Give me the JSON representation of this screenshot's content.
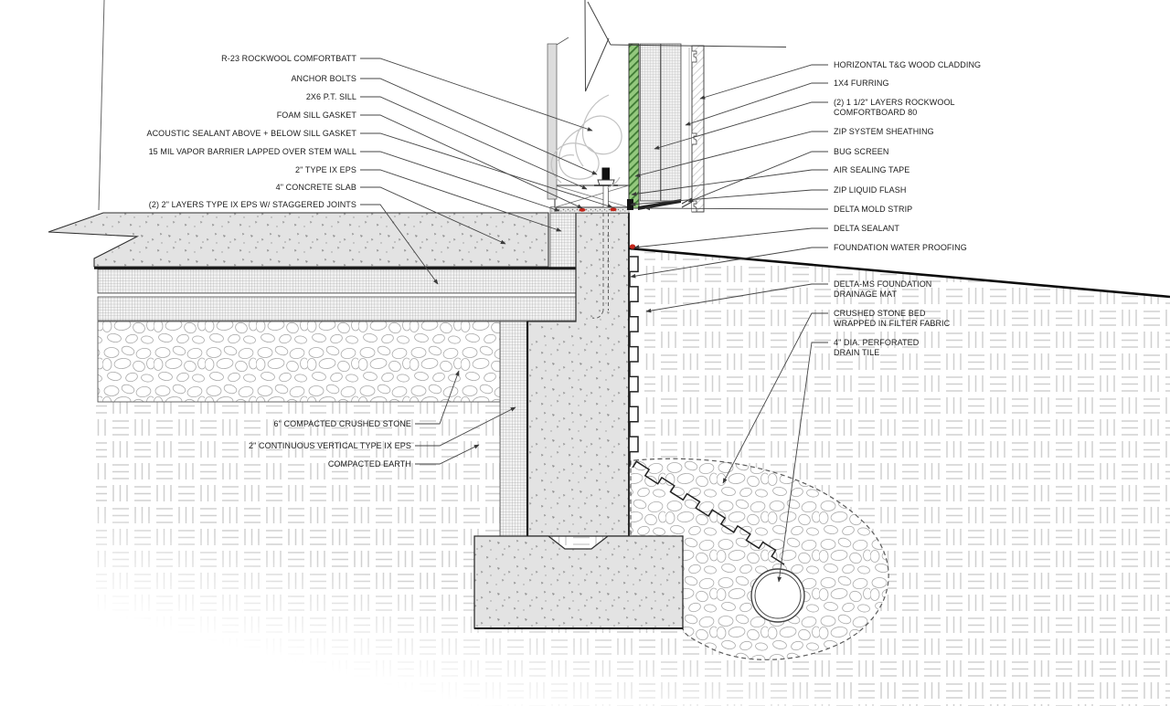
{
  "drawing": {
    "type": "foundation-wall-section-detail",
    "colors": {
      "zip_green": "#94c97e",
      "zip_hatch": "#3e7a34",
      "sealant_red": "#c22418",
      "concrete_gray": "#e3e3e3",
      "line_dark": "#2b2b2b"
    },
    "callouts": {
      "left": [
        "R-23 ROCKWOOL COMFORTBATT",
        "ANCHOR BOLTS",
        "2X6 P.T. SILL",
        "FOAM SILL GASKET",
        "ACOUSTIC SEALANT ABOVE + BELOW SILL GASKET",
        "15 MIL VAPOR BARRIER LAPPED OVER STEM WALL",
        "2\" TYPE IX EPS",
        "4\" CONCRETE SLAB",
        "(2) 2\" LAYERS TYPE IX EPS W/ STAGGERED JOINTS"
      ],
      "lower_left": [
        "6\" COMPACTED CRUSHED STONE",
        "2\" CONTINUOUS VERTICAL TYPE IX EPS",
        "COMPACTED EARTH"
      ],
      "right": [
        "HORIZONTAL T&G WOOD CLADDING",
        "1X4 FURRING",
        "(2) 1 1/2\" LAYERS ROCKWOOL\nCOMFORTBOARD 80",
        "ZIP SYSTEM SHEATHING",
        "BUG SCREEN",
        "AIR SEALING TAPE",
        "ZIP LIQUID FLASH",
        "DELTA MOLD STRIP",
        "DELTA SEALANT",
        "FOUNDATION WATER PROOFING",
        "DELTA-MS FOUNDATION\nDRAINAGE MAT",
        "CRUSHED STONE BED\nWRAPPED IN FILTER FABRIC",
        "4\" DIA. PERFORATED\nDRAIN TILE"
      ]
    }
  }
}
